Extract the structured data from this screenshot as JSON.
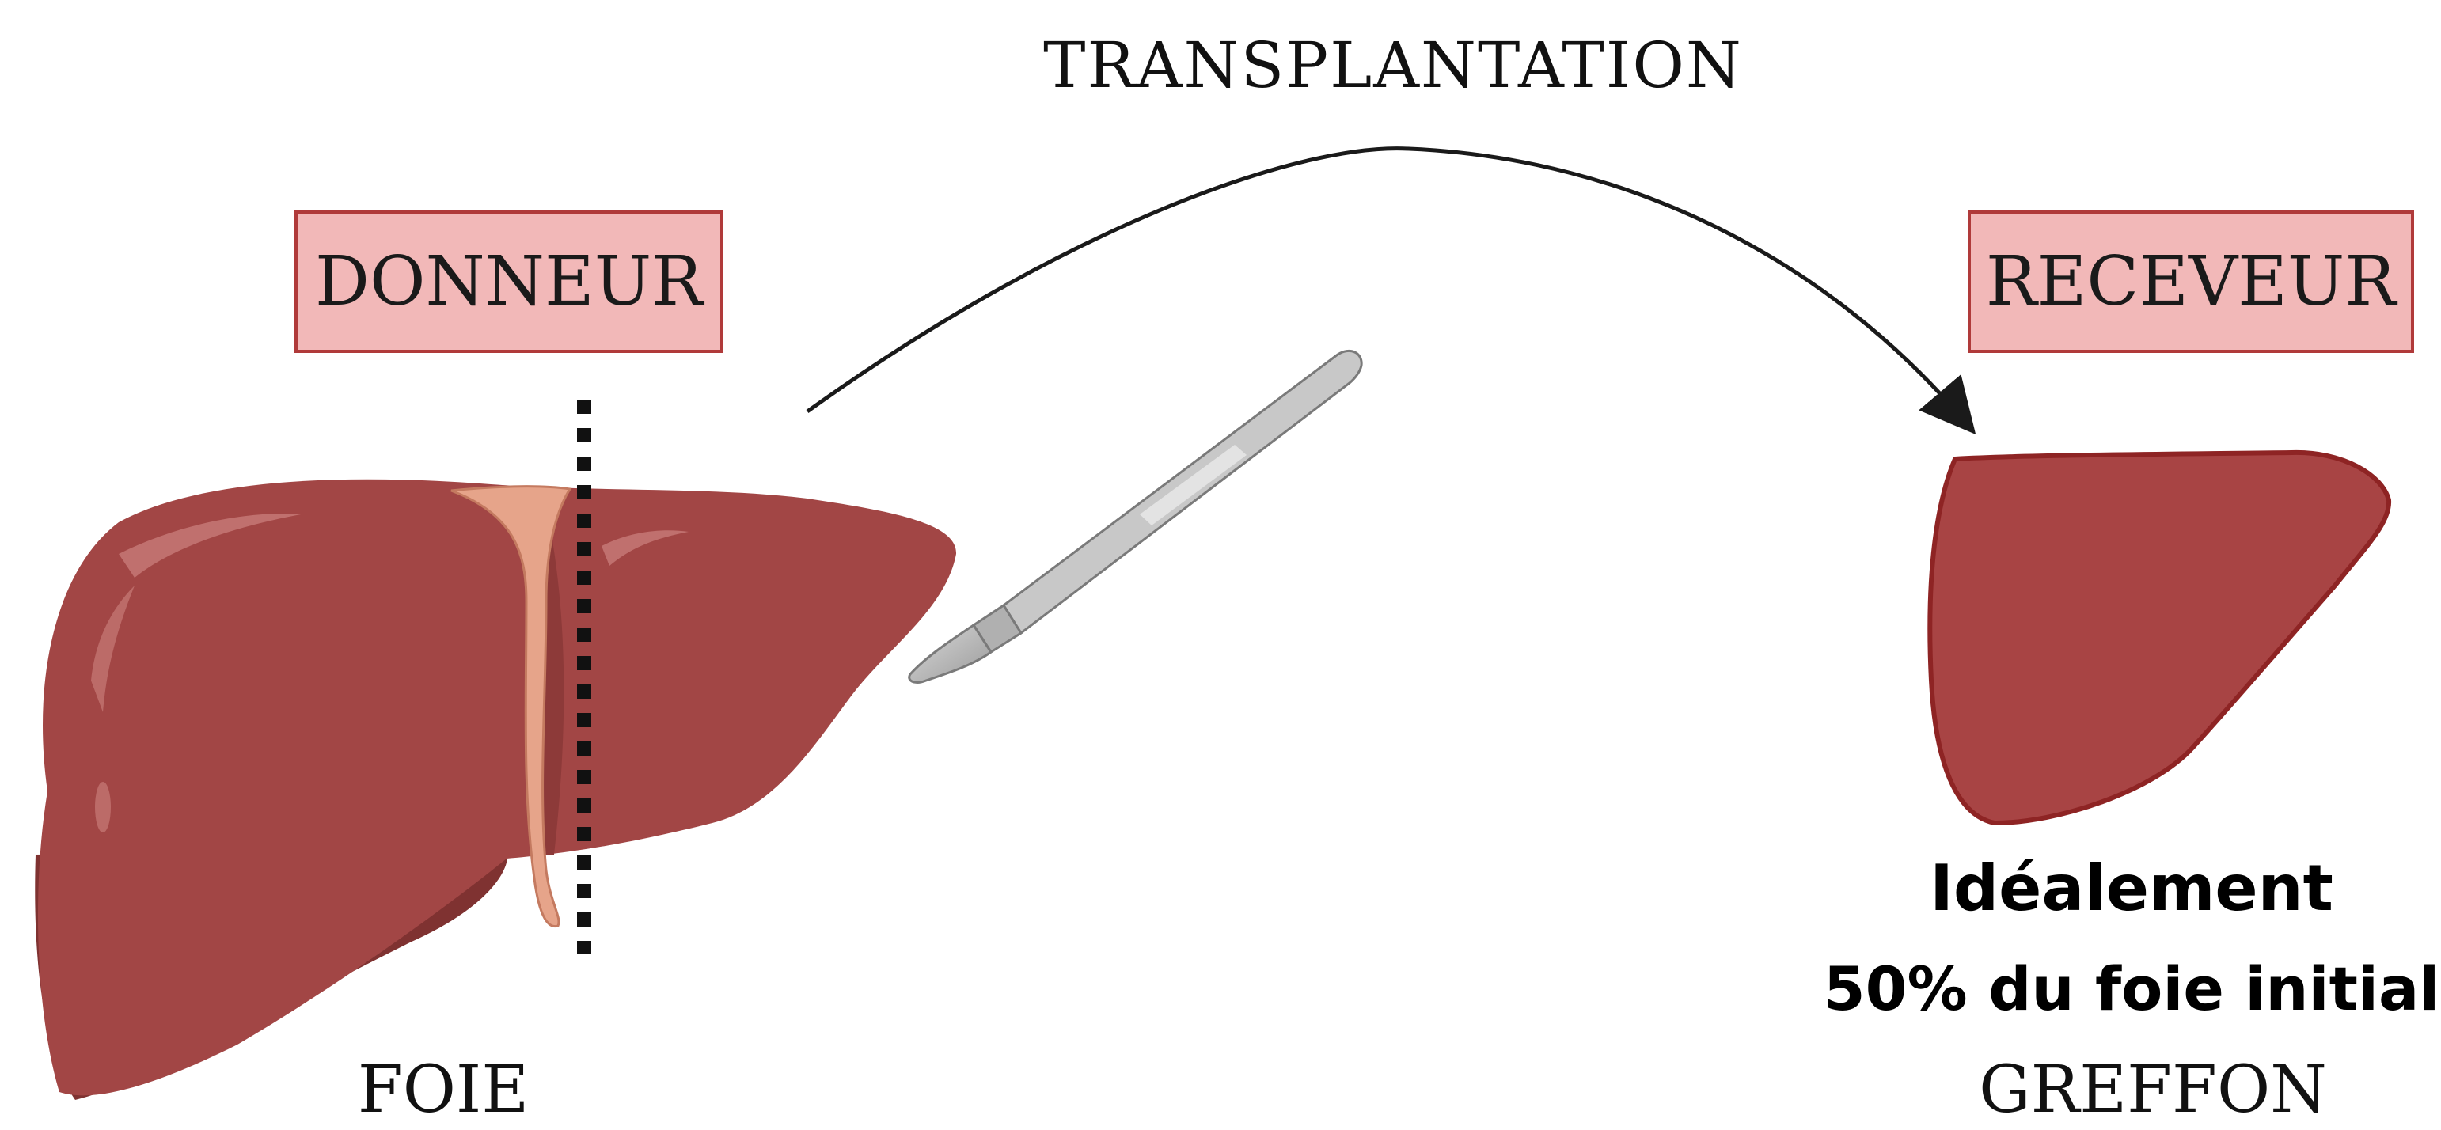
{
  "title": "TRANSPLANTATION",
  "donor": {
    "label": "DONNEUR",
    "organ_label": "FOIE"
  },
  "recipient": {
    "label": "RECEVEUR",
    "graft_label": "GREFFON",
    "note_line1": "Idéalement",
    "note_line2": "50% du foie initial"
  },
  "colors": {
    "label_box_fill": "#f2b8b8",
    "label_box_border": "#b03a3a",
    "liver_fill": "#a24645",
    "liver_dark": "#7f3231",
    "graft_fill": "#a84444",
    "graft_border": "#8e2424",
    "ligament": "#e6a48a",
    "scalpel_handle": "#c8c8c8",
    "cut_line": "#111111"
  },
  "icons": [
    "liver-icon",
    "scalpel-icon",
    "graft-liver-icon",
    "curved-arrow-icon",
    "cut-line-icon"
  ]
}
